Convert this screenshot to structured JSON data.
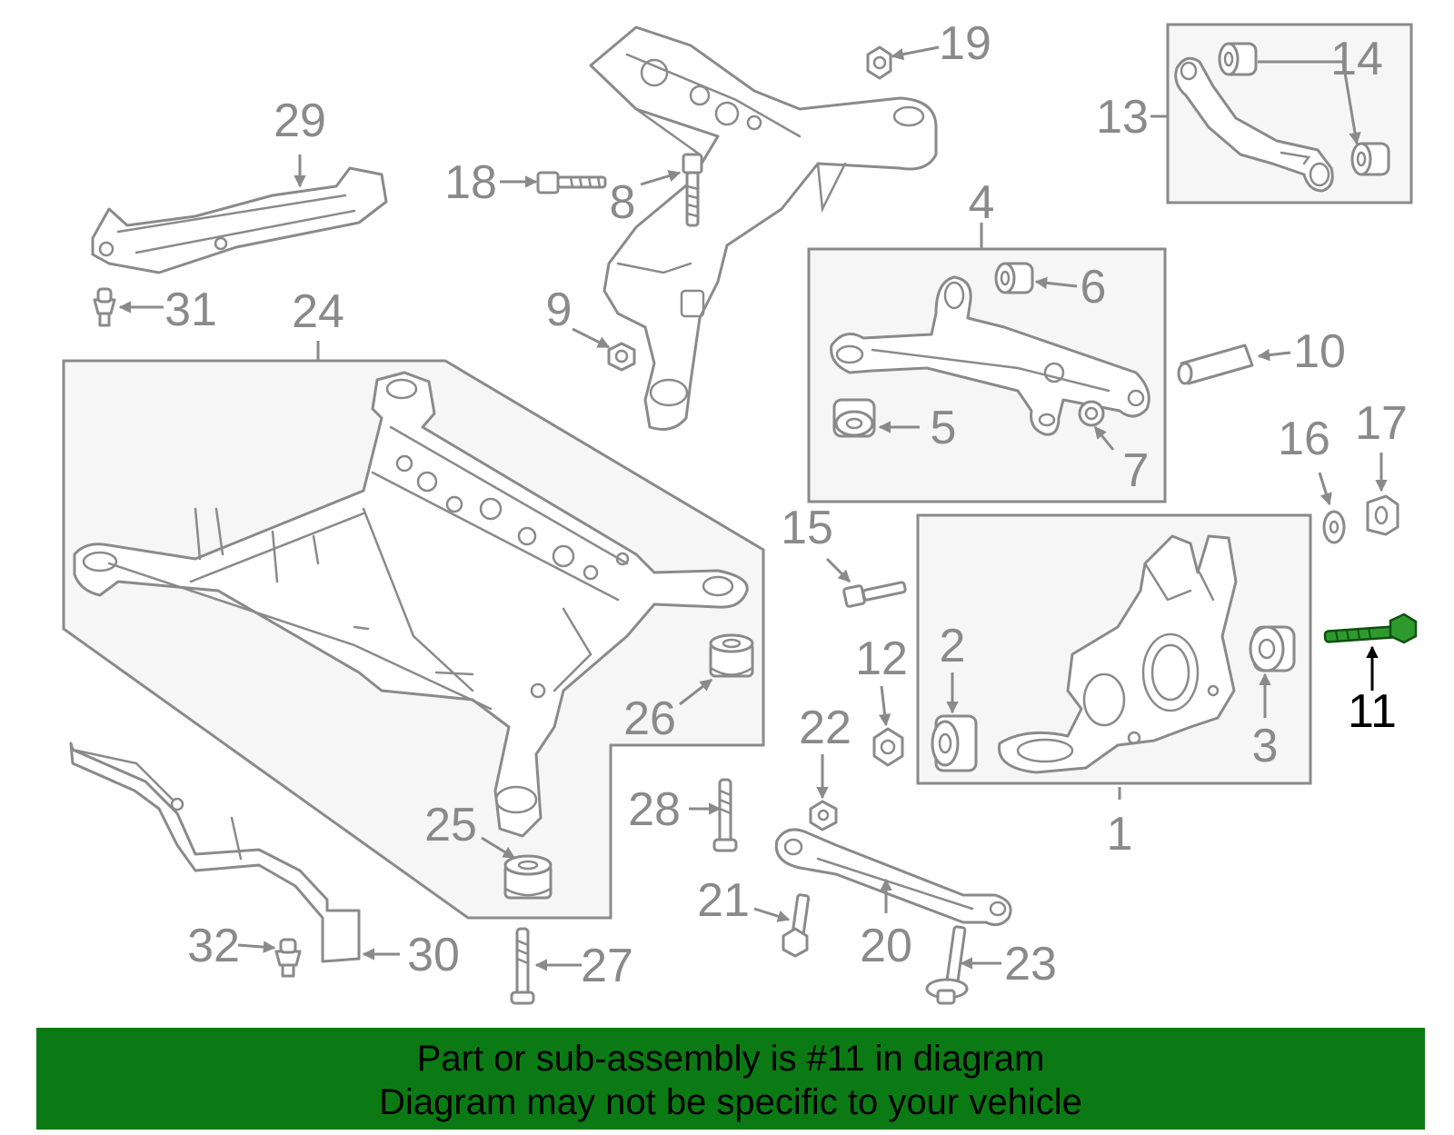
{
  "diagram": {
    "callouts": {
      "c1": "1",
      "c2": "2",
      "c3": "3",
      "c4": "4",
      "c5": "5",
      "c6": "6",
      "c7": "7",
      "c8": "8",
      "c9": "9",
      "c10": "10",
      "c11": "11",
      "c12": "12",
      "c13": "13",
      "c14": "14",
      "c15": "15",
      "c16": "16",
      "c17": "17",
      "c18": "18",
      "c19": "19",
      "c20": "20",
      "c21": "21",
      "c22": "22",
      "c23": "23",
      "c24": "24",
      "c25": "25",
      "c26": "26",
      "c27": "27",
      "c28": "28",
      "c29": "29",
      "c30": "30",
      "c31": "31",
      "c32": "32"
    },
    "highlighted_part": "11",
    "colors": {
      "line": "#8a8a8a",
      "highlight_bolt": "#2e9a2e",
      "banner": "#0b7a14"
    }
  },
  "banner": {
    "line1": "Part or sub-assembly is #11 in diagram",
    "line2": "Diagram may not be specific to your vehicle"
  }
}
